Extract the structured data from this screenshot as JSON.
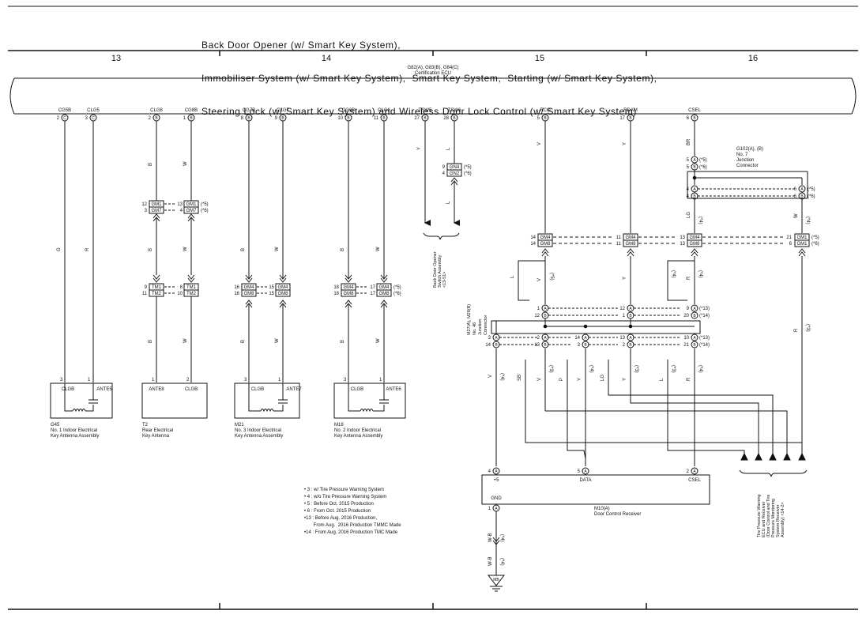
{
  "title_lines": [
    "Back Door Opener (w/ Smart Key System),",
    "Immobiliser System (w/ Smart Key System),  Smart Key System,  Starting (w/ Smart Key System),",
    "Steering Lock (w/ Smart Key System) and Wireless Door Lock Control (w/ Smart Key System)"
  ],
  "columns": [
    "13",
    "14",
    "15",
    "16"
  ],
  "ecu": {
    "code": "G82(A), G83(B), G84(C)",
    "name": "Certification ECU"
  },
  "ecu_pins": [
    {
      "name": "CG5B",
      "pin": "2",
      "conn": "C"
    },
    {
      "name": "CLG5",
      "pin": "3",
      "conn": "C"
    },
    {
      "name": "CLG8",
      "pin": "2",
      "conn": "B"
    },
    {
      "name": "CG8B",
      "pin": "1",
      "conn": "B"
    },
    {
      "name": "CG7B",
      "pin": "8",
      "conn": "B"
    },
    {
      "name": "CLG7",
      "pin": "9",
      "conn": "B"
    },
    {
      "name": "CG6B",
      "pin": "10",
      "conn": "B"
    },
    {
      "name": "CLG6",
      "pin": "11",
      "conn": "B"
    },
    {
      "name": "TSW5",
      "pin": "27",
      "conn": "B"
    },
    {
      "name": "TSW6",
      "pin": "28",
      "conn": "B"
    },
    {
      "name": "RCO",
      "pin": "5",
      "conn": "B"
    },
    {
      "name": "RDAM",
      "pin": "17",
      "conn": "B"
    },
    {
      "name": "CSEL",
      "pin": "6",
      "conn": "B"
    }
  ],
  "wire_colors": {
    "G": "G",
    "R": "R",
    "B": "B",
    "W": "W",
    "Y": "Y",
    "L": "L",
    "BR": "BR",
    "LG": "LG",
    "V": "V",
    "SB": "SB",
    "P": "P",
    "WB": "W-B"
  },
  "connectors": {
    "gm1": "GM1",
    "gm7": "GM7",
    "tm1": "TM1",
    "tm2": "TM2",
    "gm4": "GM4",
    "gm8": "GM8",
    "gn4": "GN4",
    "gn2": "GN2"
  },
  "pin_numbers": {
    "p12": "12",
    "p13": "13",
    "p3": "3",
    "p4": "4",
    "p9": "9",
    "p8": "8",
    "p11": "11",
    "p10": "10",
    "p16": "16",
    "p15": "15",
    "p18": "18",
    "p17": "17",
    "p14": "14",
    "p21": "21",
    "p6": "6",
    "p1": "1",
    "p2": "2",
    "p5": "5",
    "p20": "20"
  },
  "notes_tags": {
    "n5": "(*5)",
    "n6": "(*6)",
    "n13": "(*13)",
    "n14": "(*14)",
    "n3": "(*3)",
    "n4": "(*4)"
  },
  "junction_g102": {
    "code": "G102(A), (B)",
    "line1": "No.  7",
    "line2": "Junction",
    "line3": "Connector"
  },
  "junction_m27": {
    "code": "M27(A), M28(B)",
    "line1": "No.  46",
    "line2": "Junction",
    "line3": "Connector"
  },
  "back_door_switch": {
    "lines": [
      "Back Door Opener",
      "Switch Assembly",
      "<13-51>"
    ]
  },
  "tpws_ref": {
    "lines": [
      "Tire Pressure Warning",
      "ECU and Receiver",
      "(Door Control and Tire",
      "Pressure Monitoring",
      "System Receiver",
      "Assembly) <14-2>"
    ]
  },
  "components": [
    {
      "id": "G45",
      "desc1": "No.  1 Indoor Electrical",
      "desc2": "Key Antenna Assembly",
      "t1": "CLGB",
      "t2": "ANTE5",
      "pin1": "3",
      "pin2": "1"
    },
    {
      "id": "T2",
      "desc1": "Rear Electrical",
      "desc2": "Key Antenna",
      "t1": "ANTE8",
      "t2": "CLGB",
      "pin1": "1",
      "pin2": "2"
    },
    {
      "id": "M21",
      "desc1": "No.  3 Indoor Electrical",
      "desc2": "Key Antenna Assembly",
      "t1": "CLGB",
      "t2": "ANTE7",
      "pin1": "3",
      "pin2": "1"
    },
    {
      "id": "M18",
      "desc1": "No.  2 Indoor Electrical",
      "desc2": "Key Antenna Assembly",
      "t1": "CLGB",
      "t2": "ANTE6",
      "pin1": "3",
      "pin2": "1"
    }
  ],
  "receiver": {
    "id": "M10(A)",
    "name": "Door Control Receiver",
    "t_plus5": "+5",
    "t_data": "DATA",
    "t_csel": "CSEL",
    "t_gnd": "GND",
    "pin_plus5": "4",
    "pin_data": "5",
    "pin_csel": "2",
    "pin_gnd": "1",
    "conn": "A"
  },
  "ground": "MB",
  "notes": [
    "• 3 : w/ Tire Pressure Warning System",
    "• 4 : w/o Tire Pressure Warning System",
    "• 5 : Before Oct.  2015 Production",
    "• 6 : From Oct.  2015 Production",
    "•13 : Before Aug.  2016 Production,",
    "       From Aug.  2016 Production TMMC Made",
    "•14 : From Aug.  2016 Production TMC Made"
  ]
}
